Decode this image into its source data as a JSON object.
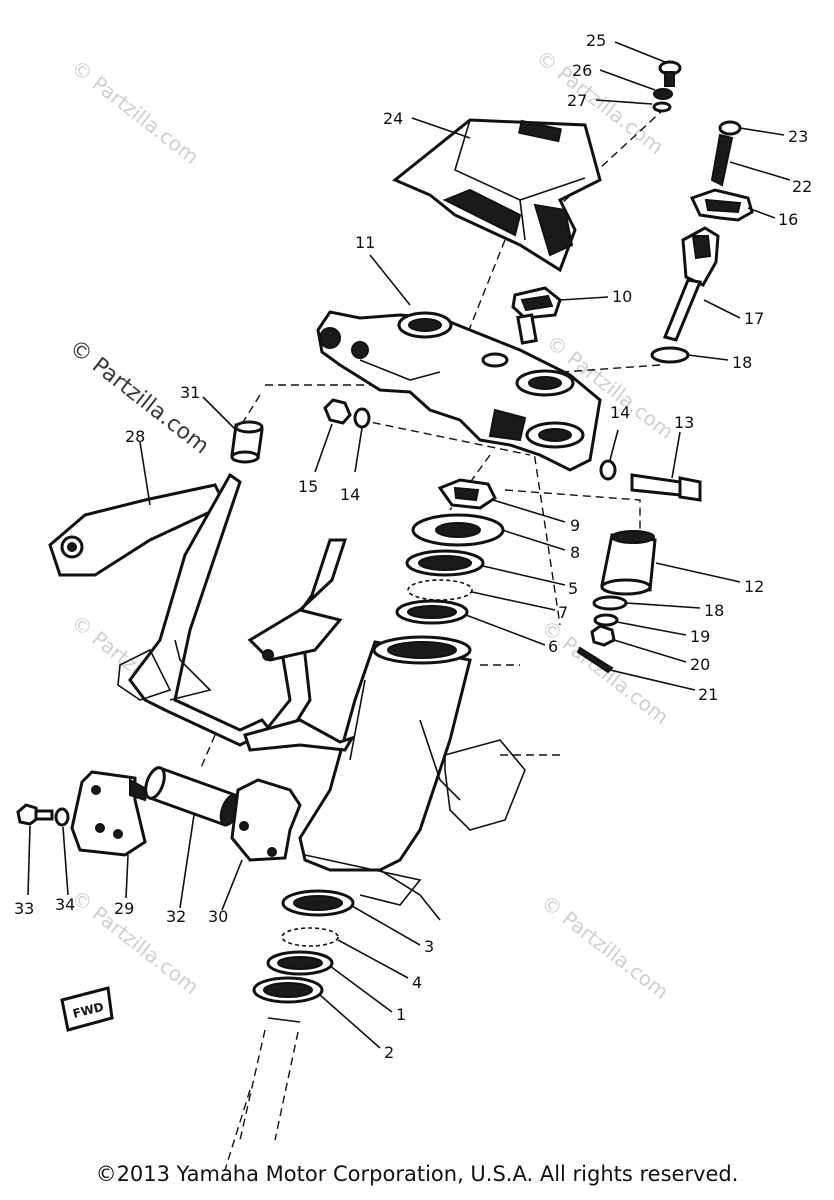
{
  "copyright": "©2013 Yamaha Motor Corporation, U.S.A. All rights reserved.",
  "watermark": "© Partzilla.com",
  "fwd_label": "FWD",
  "part_labels": [
    {
      "id": "1",
      "text": "1"
    },
    {
      "id": "2",
      "text": "2"
    },
    {
      "id": "3",
      "text": "3"
    },
    {
      "id": "4",
      "text": "4"
    },
    {
      "id": "5",
      "text": "5"
    },
    {
      "id": "6",
      "text": "6"
    },
    {
      "id": "7",
      "text": "7"
    },
    {
      "id": "8",
      "text": "8"
    },
    {
      "id": "9",
      "text": "9"
    },
    {
      "id": "10",
      "text": "10"
    },
    {
      "id": "11",
      "text": "11"
    },
    {
      "id": "12",
      "text": "12"
    },
    {
      "id": "13",
      "text": "13"
    },
    {
      "id": "14a",
      "text": "14"
    },
    {
      "id": "14b",
      "text": "14"
    },
    {
      "id": "15",
      "text": "15"
    },
    {
      "id": "16",
      "text": "16"
    },
    {
      "id": "17",
      "text": "17"
    },
    {
      "id": "18a",
      "text": "18"
    },
    {
      "id": "18b",
      "text": "18"
    },
    {
      "id": "19",
      "text": "19"
    },
    {
      "id": "20",
      "text": "20"
    },
    {
      "id": "21",
      "text": "21"
    },
    {
      "id": "22",
      "text": "22"
    },
    {
      "id": "23",
      "text": "23"
    },
    {
      "id": "24",
      "text": "24"
    },
    {
      "id": "25",
      "text": "25"
    },
    {
      "id": "26",
      "text": "26"
    },
    {
      "id": "27",
      "text": "27"
    },
    {
      "id": "28",
      "text": "28"
    },
    {
      "id": "29",
      "text": "29"
    },
    {
      "id": "30",
      "text": "30"
    },
    {
      "id": "31",
      "text": "31"
    },
    {
      "id": "32",
      "text": "32"
    },
    {
      "id": "33",
      "text": "33"
    },
    {
      "id": "34",
      "text": "34"
    }
  ]
}
